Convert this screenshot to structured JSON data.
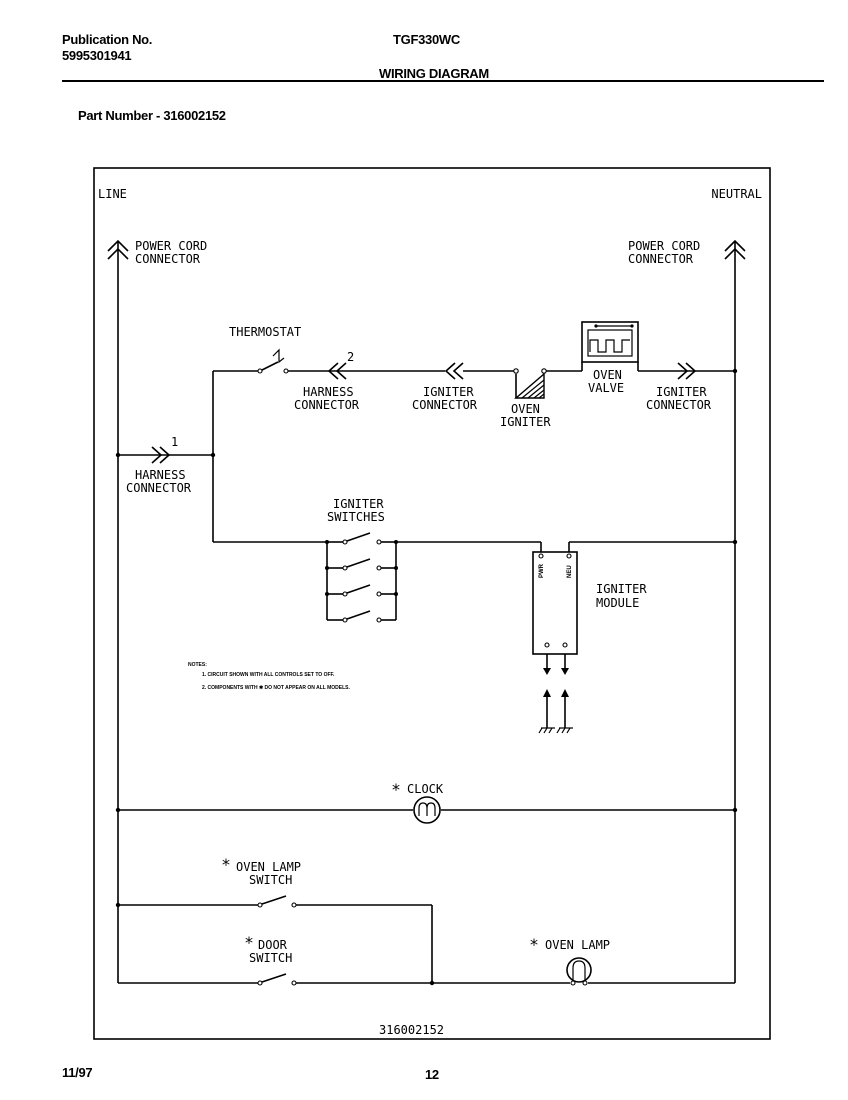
{
  "header": {
    "publication_label": "Publication No.",
    "publication_number": "5995301941",
    "model": "TGF330WC",
    "title": "WIRING DIAGRAM",
    "part_number": "Part Number - 316002152"
  },
  "footer": {
    "date": "11/97",
    "page": "12"
  },
  "diagram": {
    "line_label": "LINE",
    "neutral_label": "NEUTRAL",
    "power_cord_left": [
      "POWER CORD",
      "CONNECTOR"
    ],
    "power_cord_right": [
      "POWER CORD",
      "CONNECTOR"
    ],
    "thermostat": "THERMOSTAT",
    "harness_top_num": "2",
    "harness_top": [
      "HARNESS",
      "CONNECTOR"
    ],
    "igniter_conn_left": [
      "IGNITER",
      "CONNECTOR"
    ],
    "oven_igniter": [
      "OVEN",
      "IGNITER"
    ],
    "oven_valve": [
      "OVEN",
      "VALVE"
    ],
    "igniter_conn_right": [
      "IGNITER",
      "CONNECTOR"
    ],
    "harness_left_num": "1",
    "harness_left": [
      "HARNESS",
      "CONNECTOR"
    ],
    "igniter_switches": [
      "IGNITER",
      "SWITCHES"
    ],
    "igniter_module": [
      "IGNITER",
      "MODULE"
    ],
    "module_pin_left": "PWR",
    "module_pin_right": "NEU",
    "notes_title": "NOTES:",
    "notes": [
      "1.  CIRCUIT SHOWN WITH ALL CONTROLS SET TO OFF.",
      "2.  COMPONENTS WITH ✱ DO NOT APPEAR ON ALL MODELS."
    ],
    "star": "*",
    "clock": "CLOCK",
    "oven_lamp_switch": [
      "OVEN LAMP",
      "SWITCH"
    ],
    "door_switch": [
      "DOOR",
      "SWITCH"
    ],
    "oven_lamp": "OVEN LAMP",
    "diagram_number": "316002152"
  }
}
